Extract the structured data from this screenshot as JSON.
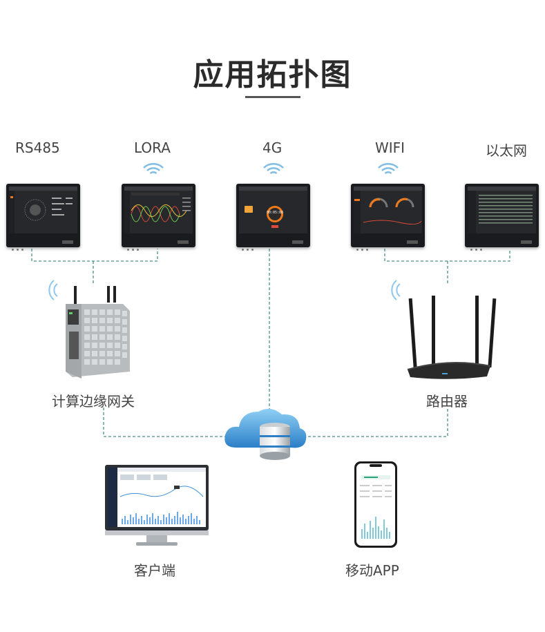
{
  "title": "应用拓扑图",
  "protocols": [
    "RS485",
    "LORA",
    "4G",
    "WIFI",
    "以太网"
  ],
  "nodes": {
    "gateway": "计算边缘网关",
    "router": "路由器",
    "client": "客户端",
    "mobile": "移动APP"
  },
  "panel_time": "00:05:08",
  "colors": {
    "accent": "#f07a1a",
    "wifi": "#4fa3dc",
    "line": "#4a8f8a",
    "panel": "#1a1b1e"
  }
}
